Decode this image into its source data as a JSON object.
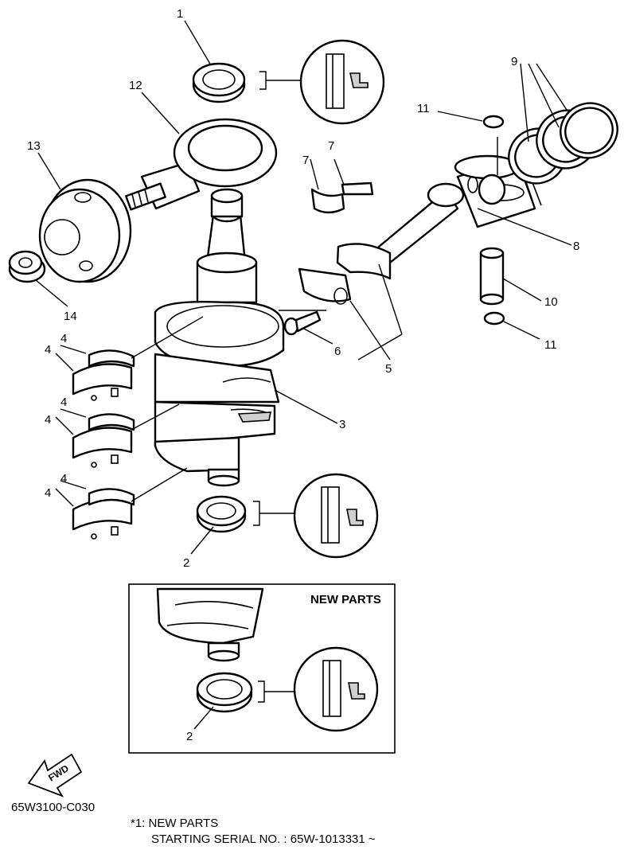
{
  "callouts": {
    "c1": "1",
    "c2a": "2",
    "c2b": "2",
    "c3": "3",
    "c4a": "4",
    "c4b": "4",
    "c4c": "4",
    "c4d": "4",
    "c4e": "4",
    "c4f": "4",
    "c5": "5",
    "c6": "6",
    "c7a": "7",
    "c7b": "7",
    "c8": "8",
    "c9": "9",
    "c10": "10",
    "c11a": "11",
    "c11b": "11",
    "c12": "12",
    "c13": "13",
    "c14": "14"
  },
  "inset": {
    "title": "NEW PARTS"
  },
  "fwd_arrow": {
    "label": "FWD"
  },
  "footer": {
    "diagram_code": "65W3100-C030",
    "note_line1": "*1: NEW PARTS",
    "note_line2": "STARTING SERIAL NO. : 65W-1013331 ~"
  }
}
